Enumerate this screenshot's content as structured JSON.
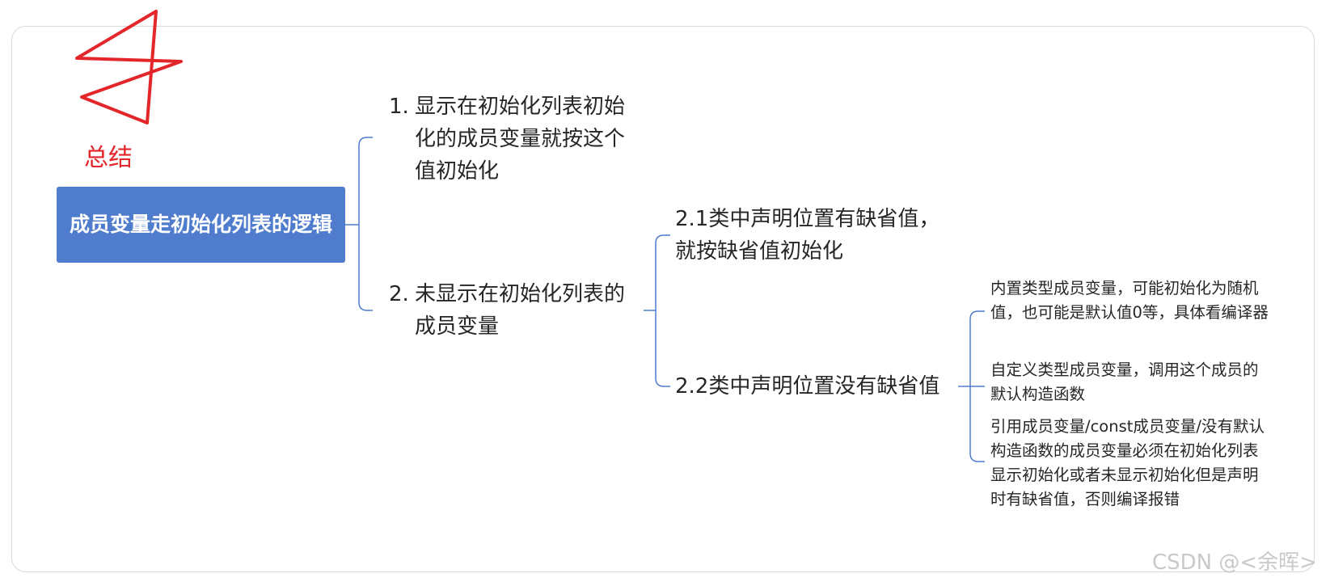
{
  "summary_label": "总结",
  "root": {
    "label": "成员变量走初始化列表的逻辑"
  },
  "branch1": {
    "number": "1.",
    "text": "显示在初始化列表初始化的成员变量就按这个值初始化"
  },
  "branch2": {
    "number": "2.",
    "text": "未显示在初始化列表的成员变量",
    "children": [
      {
        "text": "2.1类中声明位置有缺省值，就按缺省值初始化"
      },
      {
        "text": "2.2类中声明位置没有缺省值",
        "children": [
          {
            "text": "内置类型成员变量，可能初始化为随机值，也可能是默认值0等，具体看编译器"
          },
          {
            "text": "自定义类型成员变量，调用这个成员的默认构造函数"
          },
          {
            "text": "引用成员变量/const成员变量/没有默认构造函数的成员变量必须在初始化列表显示初始化或者未显示初始化但是声明时有缺省值，否则编译报错"
          }
        ]
      }
    ]
  },
  "watermark": "CSDN @<余晖>",
  "colors": {
    "root_fill": "#4f7ccc",
    "connector": "#4f7ccc",
    "star_stroke": "#e3262a",
    "summary_text": "#e3262a"
  }
}
